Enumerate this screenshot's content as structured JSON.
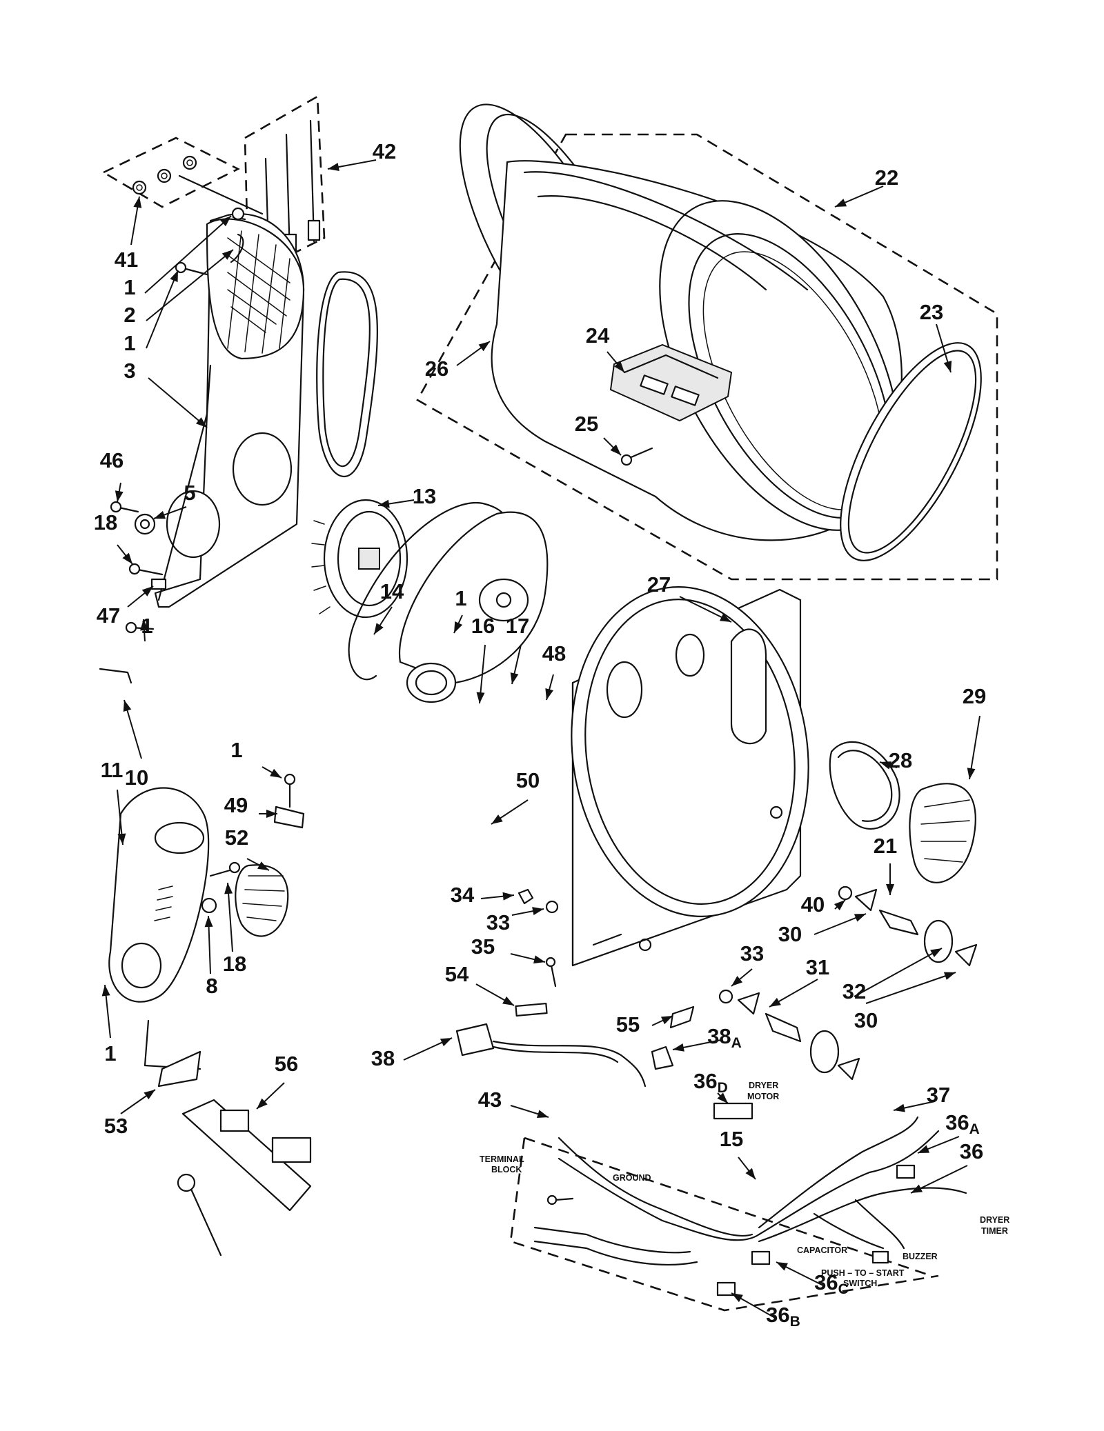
{
  "callouts": [
    {
      "id": "c1a",
      "num": "1"
    },
    {
      "id": "c1b",
      "num": "1"
    },
    {
      "id": "c1c",
      "num": "1"
    },
    {
      "id": "c1d",
      "num": "1"
    },
    {
      "id": "c1e",
      "num": "1"
    },
    {
      "id": "c1f",
      "num": "1"
    },
    {
      "id": "c2",
      "num": "2"
    },
    {
      "id": "c3",
      "num": "3"
    },
    {
      "id": "c5",
      "num": "5"
    },
    {
      "id": "c8",
      "num": "8"
    },
    {
      "id": "c10",
      "num": "10"
    },
    {
      "id": "c11",
      "num": "11"
    },
    {
      "id": "c13",
      "num": "13"
    },
    {
      "id": "c14",
      "num": "14"
    },
    {
      "id": "c15",
      "num": "15"
    },
    {
      "id": "c16",
      "num": "16"
    },
    {
      "id": "c17",
      "num": "17"
    },
    {
      "id": "c18a",
      "num": "18"
    },
    {
      "id": "c18b",
      "num": "18"
    },
    {
      "id": "c21",
      "num": "21"
    },
    {
      "id": "c22",
      "num": "22"
    },
    {
      "id": "c23",
      "num": "23"
    },
    {
      "id": "c24",
      "num": "24"
    },
    {
      "id": "c25",
      "num": "25"
    },
    {
      "id": "c26",
      "num": "26"
    },
    {
      "id": "c27",
      "num": "27"
    },
    {
      "id": "c28",
      "num": "28"
    },
    {
      "id": "c29",
      "num": "29"
    },
    {
      "id": "c30a",
      "num": "30"
    },
    {
      "id": "c30b",
      "num": "30"
    },
    {
      "id": "c31",
      "num": "31"
    },
    {
      "id": "c32",
      "num": "32"
    },
    {
      "id": "c33a",
      "num": "33"
    },
    {
      "id": "c33b",
      "num": "33"
    },
    {
      "id": "c34",
      "num": "34"
    },
    {
      "id": "c35",
      "num": "35"
    },
    {
      "id": "c36",
      "num": "36"
    },
    {
      "id": "c36a",
      "num": "36",
      "sub": "A"
    },
    {
      "id": "c36b",
      "num": "36",
      "sub": "B"
    },
    {
      "id": "c36c",
      "num": "36",
      "sub": "C"
    },
    {
      "id": "c36d",
      "num": "36",
      "sub": "D"
    },
    {
      "id": "c37",
      "num": "37"
    },
    {
      "id": "c38",
      "num": "38"
    },
    {
      "id": "c38a",
      "num": "38",
      "sub": "A"
    },
    {
      "id": "c40",
      "num": "40"
    },
    {
      "id": "c41",
      "num": "41"
    },
    {
      "id": "c42",
      "num": "42"
    },
    {
      "id": "c43",
      "num": "43"
    },
    {
      "id": "c46",
      "num": "46"
    },
    {
      "id": "c47",
      "num": "47"
    },
    {
      "id": "c48",
      "num": "48"
    },
    {
      "id": "c49",
      "num": "49"
    },
    {
      "id": "c50",
      "num": "50"
    },
    {
      "id": "c52",
      "num": "52"
    },
    {
      "id": "c53",
      "num": "53"
    },
    {
      "id": "c54",
      "num": "54"
    },
    {
      "id": "c55",
      "num": "55"
    },
    {
      "id": "c56",
      "num": "56"
    }
  ],
  "harness_labels": {
    "terminal_block_1": "TERMINAL",
    "terminal_block_2": "BLOCK",
    "ground": "GROUND",
    "dryer_motor_1": "DRYER",
    "dryer_motor_2": "MOTOR",
    "capacitor": "CAPACITOR",
    "buzzer": "BUZZER",
    "push_to_start_1": "PUSH – TO – START",
    "push_to_start_2": "SWITCH",
    "dryer_timer_1": "DRYER",
    "dryer_timer_2": "TIMER"
  }
}
